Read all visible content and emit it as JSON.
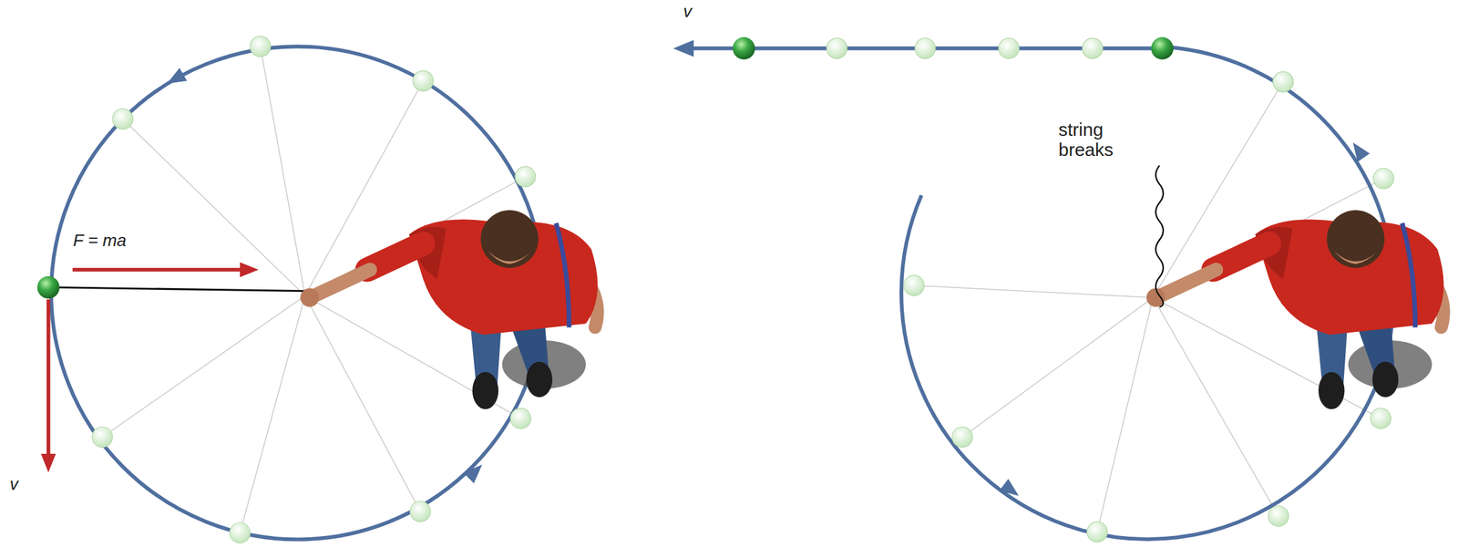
{
  "diagram": {
    "labels": [
      "F = ma",
      "v",
      "v",
      "string breaks"
    ]
  }
}
